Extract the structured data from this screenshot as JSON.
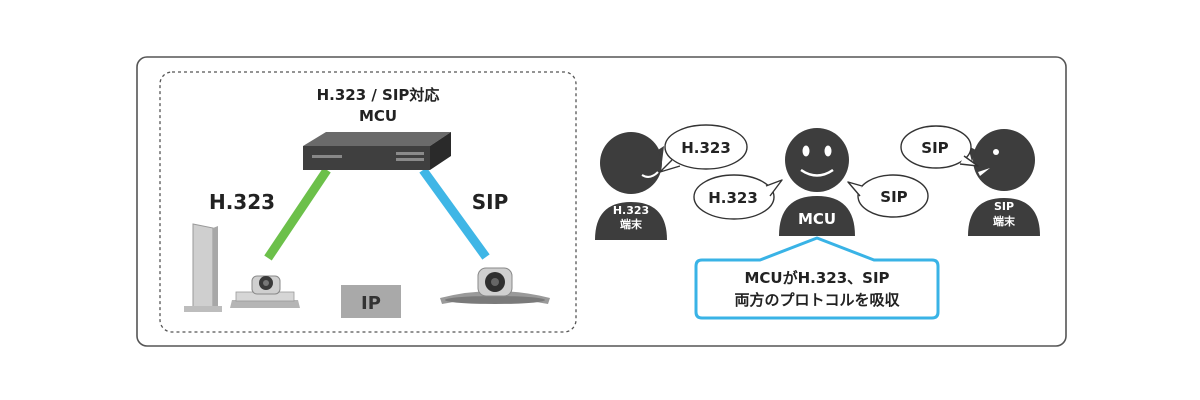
{
  "left": {
    "title_line1": "H.323 / SIP対応",
    "title_line2": "MCU",
    "label_h323": "H.323",
    "label_sip": "SIP",
    "ip_label": "IP"
  },
  "right": {
    "terminal_h323_line1": "H.323",
    "terminal_h323_line2": "端末",
    "mcu_label": "MCU",
    "terminal_sip_line1": "SIP",
    "terminal_sip_line2": "端末",
    "bubble_h323_top": "H.323",
    "bubble_h323_mid": "H.323",
    "bubble_sip_mid": "SIP",
    "bubble_sip_top": "SIP",
    "callout_line1": "MCUがH.323、SIP",
    "callout_line2": "両方のプロトコルを吸収"
  },
  "colors": {
    "h323_link": "#6cc04a",
    "sip_link": "#3fb6e6",
    "callout_border": "#39b3e6",
    "figure": "#3d3d3d"
  }
}
